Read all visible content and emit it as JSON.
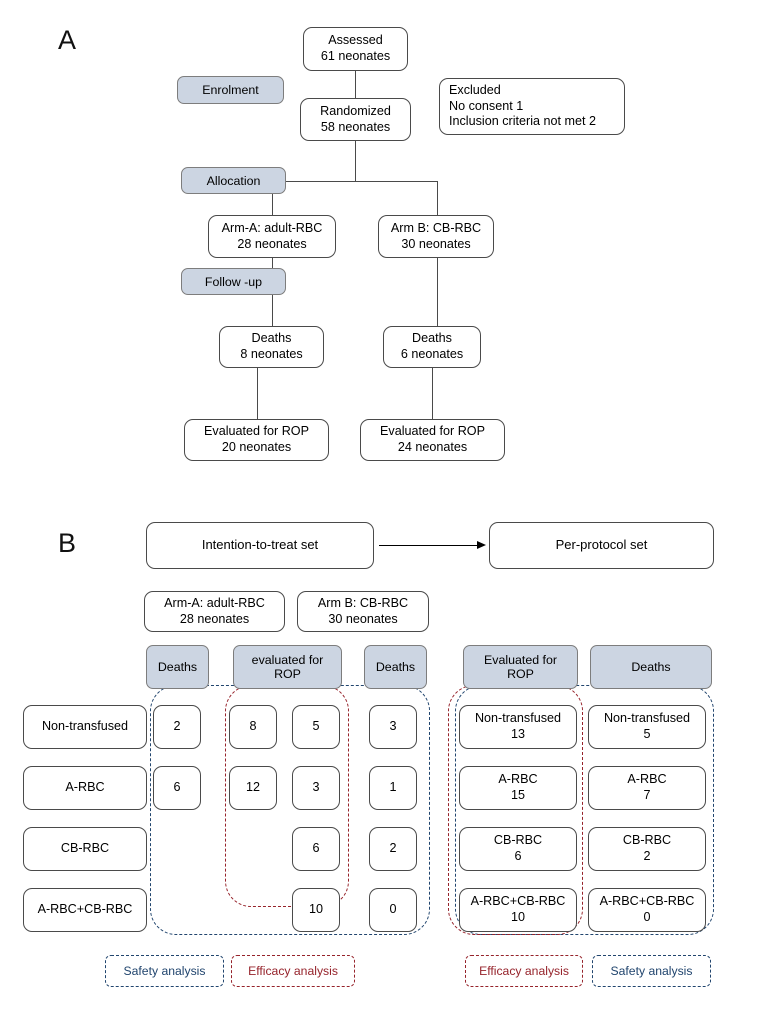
{
  "panels": {
    "a": {
      "letter": "A",
      "stages": [
        {
          "label": "Enrolment"
        },
        {
          "label": "Allocation"
        },
        {
          "label": "Follow -up"
        }
      ],
      "nodes": {
        "assessed": {
          "line1": "Assessed",
          "line2": "61 neonates"
        },
        "randomized": {
          "line1": "Randomized",
          "line2": "58  neonates"
        },
        "excluded": {
          "line1": "Excluded",
          "line2": "No consent 1",
          "line3": "Inclusion  criteria not met 2"
        },
        "arm_a": {
          "line1": "Arm-A: adult-RBC",
          "line2": "28 neonates"
        },
        "arm_b": {
          "line1": "Arm B: CB-RBC",
          "line2": "30 neonates"
        },
        "deaths_a": {
          "line1": "Deaths",
          "line2": "8 neonates"
        },
        "deaths_b": {
          "line1": "Deaths",
          "line2": "6 neonates"
        },
        "rop_a": {
          "line1": "Evaluated for ROP",
          "line2": "20 neonates"
        },
        "rop_b": {
          "line1": "Evaluated for ROP",
          "line2": "24 neonates"
        }
      }
    },
    "b": {
      "letter": "B",
      "sets": {
        "itt": "Intention-to-treat set",
        "pp": "Per-protocol set"
      },
      "arms": {
        "arm_a": {
          "line1": "Arm-A: adult-RBC",
          "line2": "28 neonates"
        },
        "arm_b": {
          "line1": "Arm B: CB-RBC",
          "line2": "30 neonates"
        }
      },
      "column_headers": {
        "itt_deaths_a": "Deaths",
        "itt_rop": "evaluated  for\nROP",
        "itt_deaths_b": "Deaths",
        "pp_rop": "Evaluated  for\nROP",
        "pp_deaths": "Deaths"
      },
      "row_labels": [
        "Non-transfused",
        "A-RBC",
        "CB-RBC",
        "A-RBC+CB-RBC"
      ],
      "itt_values": {
        "deaths_a": [
          "2",
          "6",
          "",
          ""
        ],
        "rop_left": [
          "8",
          "12",
          "",
          ""
        ],
        "rop_right": [
          "5",
          "3",
          "6",
          "10"
        ],
        "deaths_b": [
          "3",
          "1",
          "2",
          "0"
        ]
      },
      "pp_rop": [
        {
          "label": "Non-transfused",
          "value": "13"
        },
        {
          "label": "A-RBC",
          "value": "15"
        },
        {
          "label": "CB-RBC",
          "value": "6"
        },
        {
          "label": "A-RBC+CB-RBC",
          "value": "10"
        }
      ],
      "pp_deaths": [
        {
          "label": "Non-transfused",
          "value": "5"
        },
        {
          "label": "A-RBC",
          "value": "7"
        },
        {
          "label": "CB-RBC",
          "value": "2"
        },
        {
          "label": "A-RBC+CB-RBC",
          "value": "0"
        }
      ],
      "legends": {
        "safety_left": "Safety analysis",
        "efficacy_left": "Efficacy  analysis",
        "efficacy_right": "Efficacy  analysis",
        "safety_right": "Safety analysis"
      }
    }
  },
  "colors": {
    "stage_fill": "#ccd5e2",
    "node_stroke": "#4a4a4a",
    "safety_dash": "#21456e",
    "efficacy_dash": "#96232b"
  }
}
